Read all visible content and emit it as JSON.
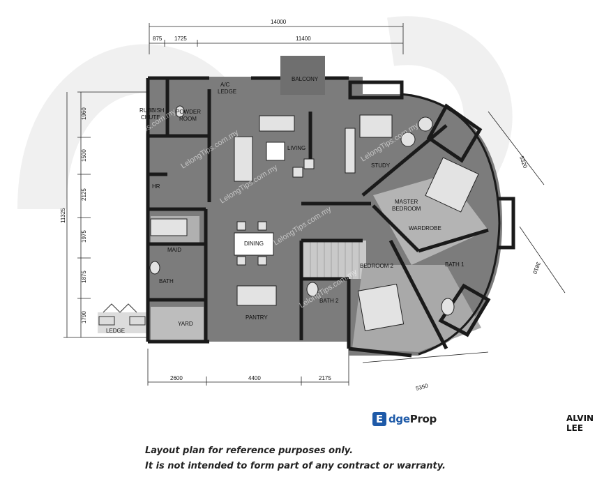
{
  "dimensions": {
    "top_overall": "14000",
    "top_a": "875",
    "top_b": "1725",
    "top_c": "11400",
    "left_1": "1960",
    "left_2": "1500",
    "left_3": "2125",
    "left_4": "1975",
    "left_5": "1875",
    "left_6": "1790",
    "left_overall": "11325",
    "bottom_1": "2600",
    "bottom_2": "4400",
    "bottom_3": "2175",
    "right_1": "5320",
    "right_2": "3810",
    "right_3": "5350"
  },
  "rooms": {
    "balcony": "BALCONY",
    "ac_ledge_1": "A/C",
    "ac_ledge_2": "LEDGE",
    "rubbish_1": "RUBBISH",
    "rubbish_2": "CHUTE",
    "powder_1": "POWDER",
    "powder_2": "ROOM",
    "living": "LIVING",
    "study": "STUDY",
    "hr": "HR",
    "master_1": "MASTER",
    "master_2": "BEDROOM",
    "wardrobe": "WARDROBE",
    "dining": "DINING",
    "maid": "MAID",
    "bath": "BATH",
    "bedroom2": "BEDROOM 2",
    "bath1": "BATH 1",
    "bath2": "BATH 2",
    "pantry": "PANTRY",
    "yard": "YARD",
    "ledge": "LEDGE"
  },
  "watermark": "LelongTips.com.my",
  "brand": {
    "mark": "E",
    "name_1": "dge",
    "name_2": "Prop"
  },
  "agent_name": "ALVIN LEE",
  "disclaimer": {
    "line1": "Layout plan for reference purposes only.",
    "line2": "It is not intended to form part of any contract or warranty."
  },
  "colors": {
    "floor": "#7c7c7c",
    "walls": "#1a1a1a",
    "brand_blue": "#1e5aa8"
  }
}
